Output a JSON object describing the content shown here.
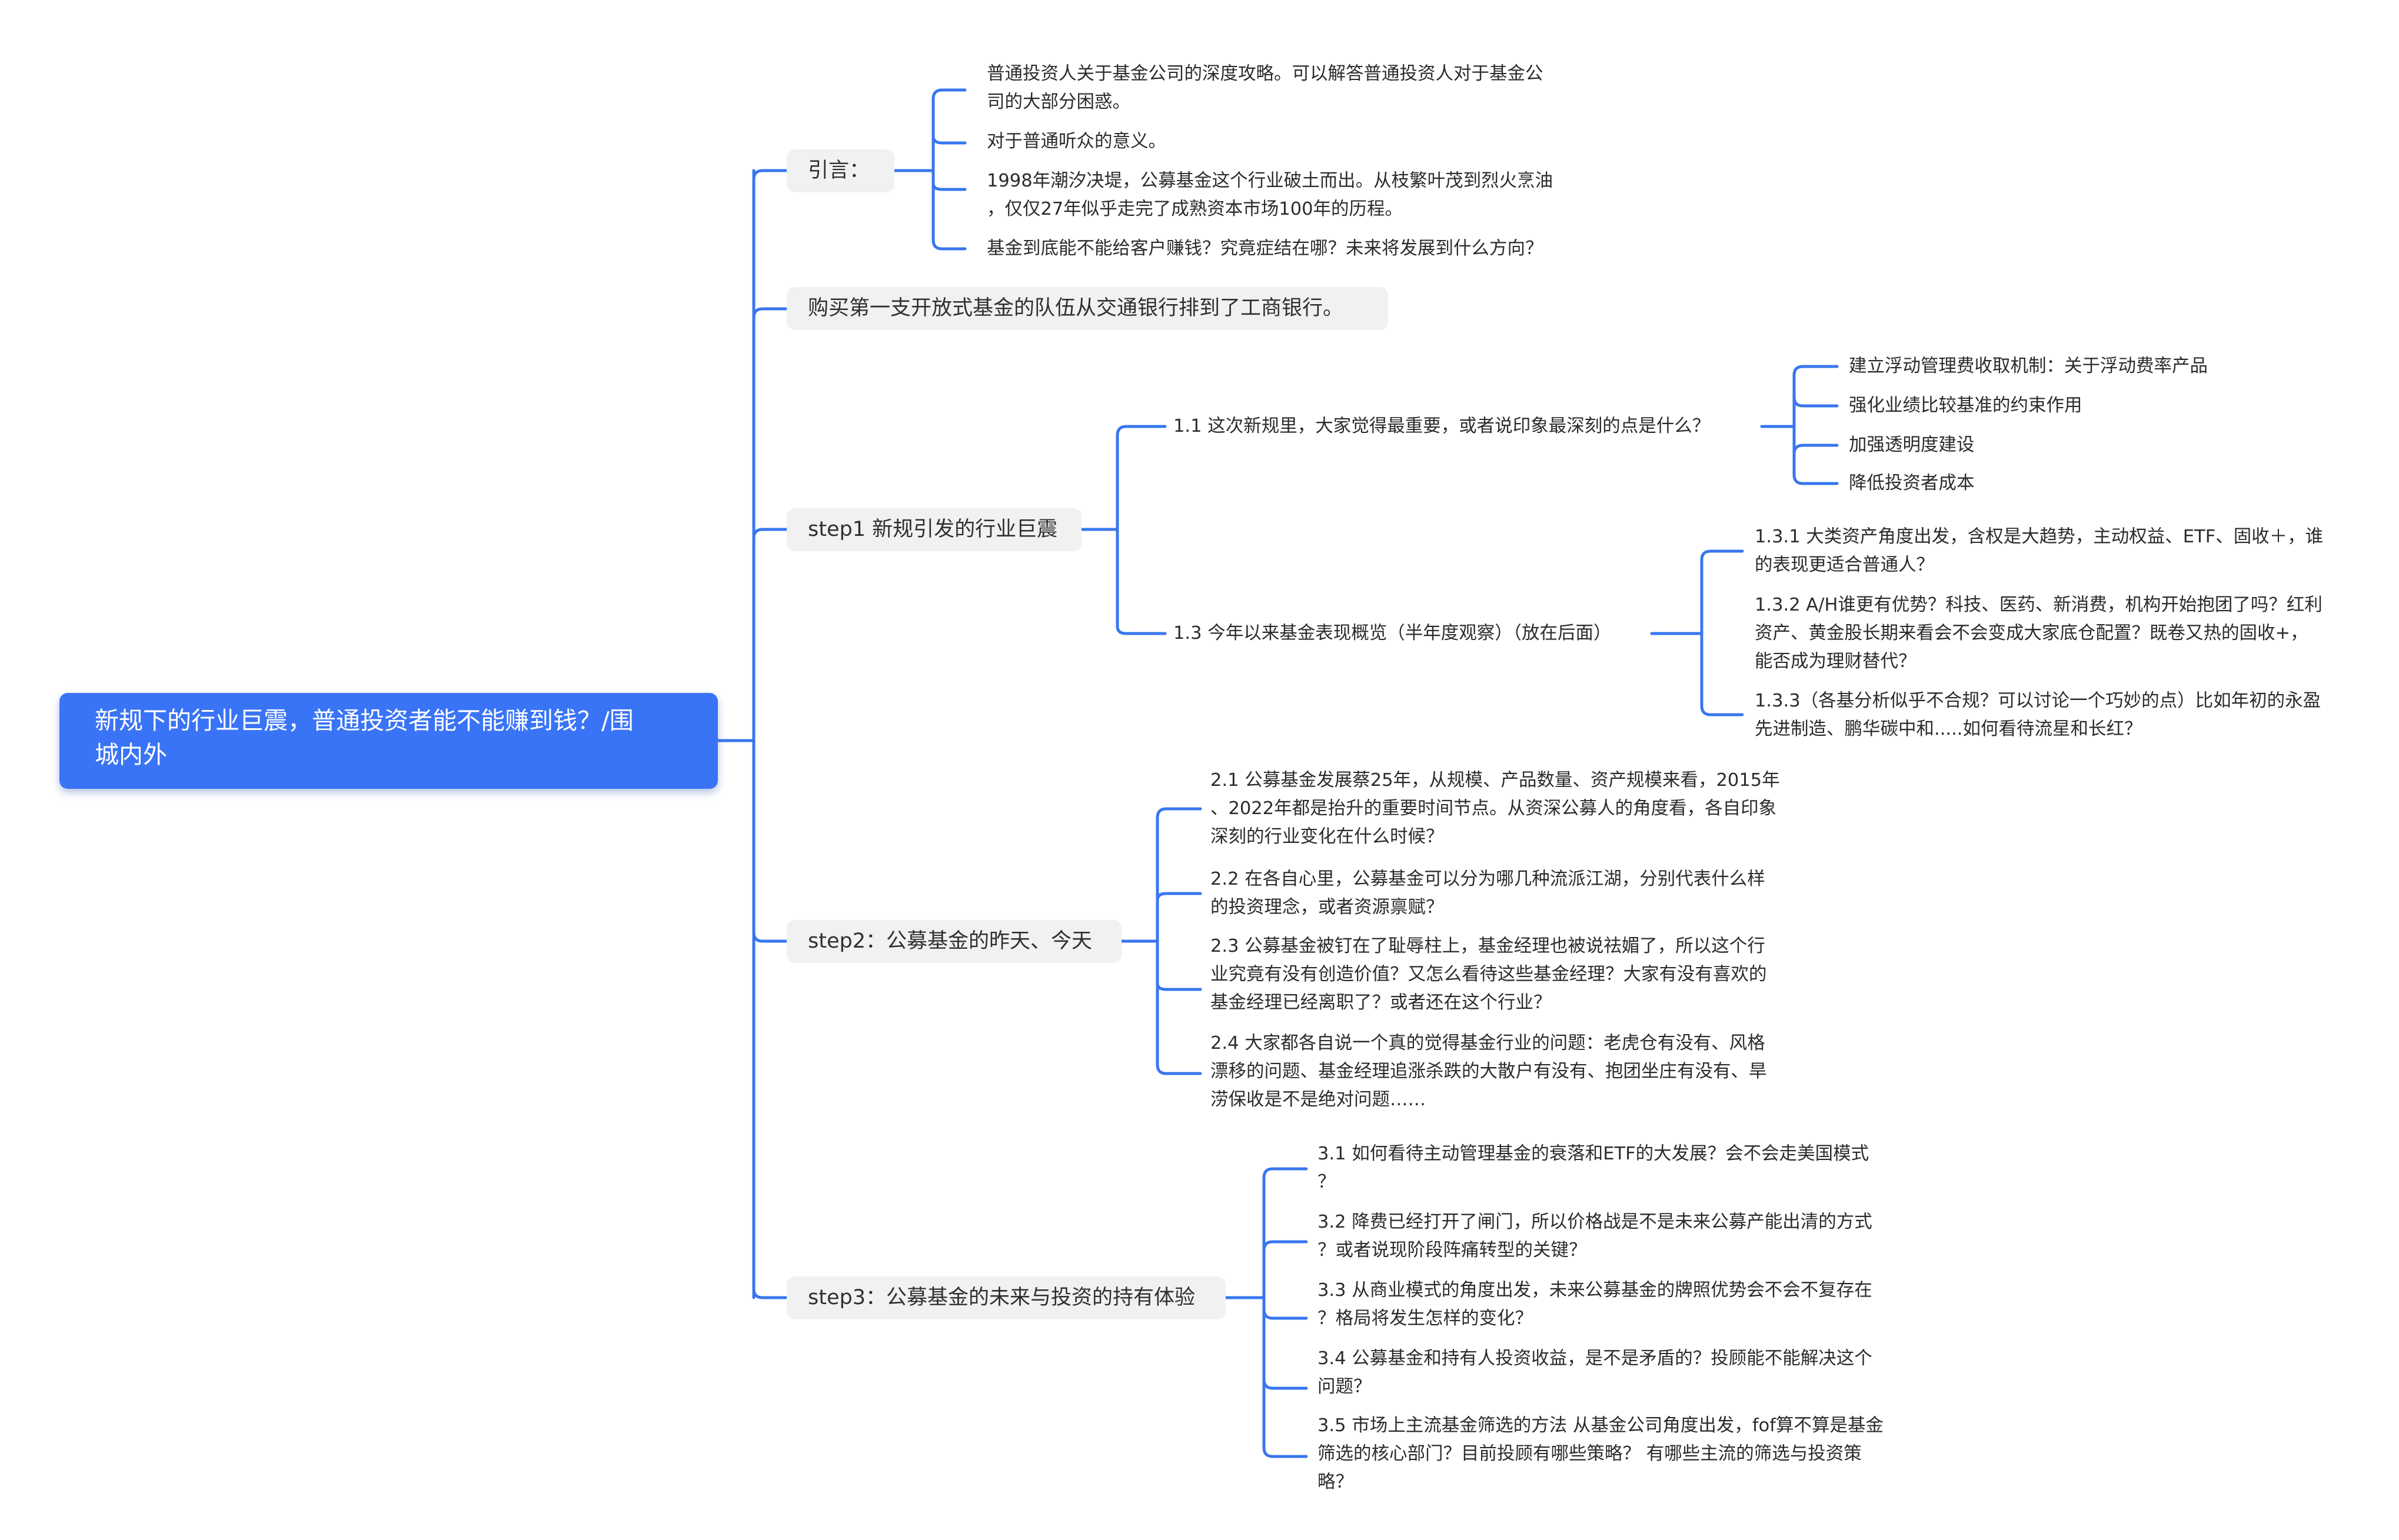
{
  "root": {
    "line1": "新规下的行业巨震，普通投资者能不能赚到钱？/围",
    "line2": "城内外"
  },
  "intro": {
    "label": "引言：",
    "items": [
      {
        "l1": "普通投资人关于基金公司的深度攻略。可以解答普通投资人对于基金公",
        "l2": "司的大部分困惑。"
      },
      {
        "l1": "对于普通听众的意义。"
      },
      {
        "l1": "1998年潮汐决堤，公募基金这个行业破土而出。从枝繁叶茂到烈火烹油",
        "l2": "，仅仅27年似乎走完了成熟资本市场100年的历程。"
      },
      {
        "l1": "基金到底能不能给客户赚钱？究竟症结在哪？未来将发展到什么方向？"
      }
    ]
  },
  "queue": {
    "label": "购买第一支开放式基金的队伍从交通银行排到了工商银行。"
  },
  "step1": {
    "label": "step1 新规引发的行业巨震",
    "q11": {
      "label": "1.1 这次新规里，大家觉得最重要，或者说印象最深刻的点是什么？",
      "items": [
        "建立浮动管理费收取机制：关于浮动费率产品",
        "强化业绩比较基准的约束作用",
        "加强透明度建设",
        "降低投资者成本"
      ]
    },
    "q13": {
      "label": "1.3 今年以来基金表现概览（半年度观察）（放在后面）",
      "items": [
        {
          "l1": "1.3.1 大类资产角度出发，含权是大趋势，主动权益、ETF、固收＋，谁",
          "l2": "的表现更适合普通人？"
        },
        {
          "l1": "1.3.2 A/H谁更有优势？科技、医药、新消费，机构开始抱团了吗？红利",
          "l2": "资产、黄金股长期来看会不会变成大家底仓配置？既卷又热的固收+，",
          "l3": "能否成为理财替代？"
        },
        {
          "l1": "1.3.3（各基分析似乎不合规？可以讨论一个巧妙的点）比如年初的永盈",
          "l2": "先进制造、鹏华碳中和.....如何看待流星和长红？"
        }
      ]
    }
  },
  "step2": {
    "label": "step2：公募基金的昨天、今天",
    "items": [
      {
        "l1": "2.1 公募基金发展蔡25年，从规模、产品数量、资产规模来看，2015年",
        "l2": "、2022年都是抬升的重要时间节点。从资深公募人的角度看，各自印象",
        "l3": "深刻的行业变化在什么时候？"
      },
      {
        "l1": "2.2 在各自心里，公募基金可以分为哪几种流派江湖，分别代表什么样",
        "l2": "的投资理念，或者资源禀赋？"
      },
      {
        "l1": "2.3 公募基金被钉在了耻辱柱上，基金经理也被说祛媚了，所以这个行",
        "l2": "业究竟有没有创造价值？又怎么看待这些基金经理？大家有没有喜欢的",
        "l3": "基金经理已经离职了？或者还在这个行业？"
      },
      {
        "l1": "2.4 大家都各自说一个真的觉得基金行业的问题：老虎仓有没有、风格",
        "l2": "漂移的问题、基金经理追涨杀跌的大散户有没有、抱团坐庄有没有、旱",
        "l3": "涝保收是不是绝对问题……"
      }
    ]
  },
  "step3": {
    "label": "step3：公募基金的未来与投资的持有体验",
    "items": [
      {
        "l1": "3.1 如何看待主动管理基金的衰落和ETF的大发展？会不会走美国模式",
        "l2": "？"
      },
      {
        "l1": "3.2 降费已经打开了闸门，所以价格战是不是未来公募产能出清的方式",
        "l2": "？或者说现阶段阵痛转型的关键？"
      },
      {
        "l1": "3.3 从商业模式的角度出发，未来公募基金的牌照优势会不会不复存在",
        "l2": "？格局将发生怎样的变化？"
      },
      {
        "l1": "3.4 公募基金和持有人投资收益，是不是矛盾的？投顾能不能解决这个",
        "l2": "问题？"
      },
      {
        "l1": "3.5 市场上主流基金筛选的方法 从基金公司角度出发，fof算不算是基金",
        "l2": "筛选的核心部门？目前投顾有哪些策略？ 有哪些主流的筛选与投资策",
        "l3": "略？"
      }
    ]
  },
  "colors": {
    "accent": "#3a74f6",
    "connector": "#3876ef",
    "branch_bg": "#f1f1f2"
  }
}
